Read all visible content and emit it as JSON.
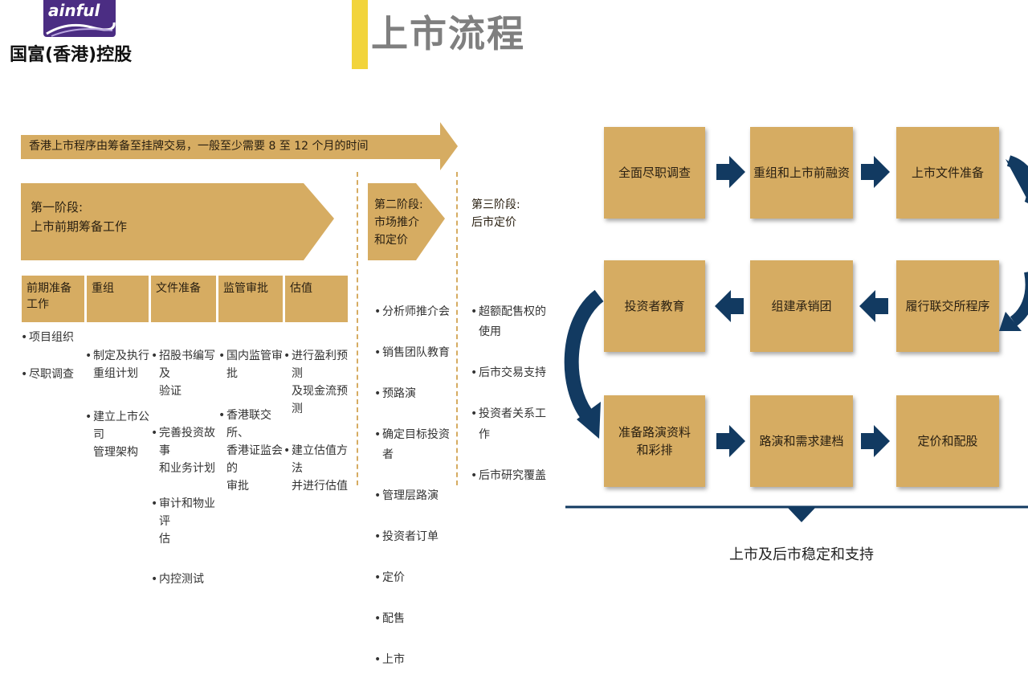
{
  "header": {
    "logo_text": "ainful",
    "company": "国富(香港)控股",
    "title": "上市流程"
  },
  "left": {
    "banner": "香港上市程序由筹备至挂牌交易，一般至少需要 8 至 12 个月的时间",
    "stage1": "第一阶段:\n上市前期筹备工作",
    "stage2": "第二阶段:\n市场推介\n和定价",
    "stage3": "第三阶段:\n后市定价",
    "tabs": [
      "前期准备\n工作",
      "重组",
      "文件准备",
      "监管审批",
      "估值"
    ],
    "col1": [
      "项目组织",
      "尽职调查"
    ],
    "col2": [
      "制定及执行\n重组计划",
      "建立上市公司\n管理架构"
    ],
    "col3": [
      "招股书编写及\n验证",
      "完善投资故事\n和业务计划",
      "审计和物业评\n估",
      "内控测试"
    ],
    "col4": [
      "国内监管审批",
      "香港联交所、\n香港证监会的\n审批"
    ],
    "col5": [
      "进行盈利预测\n及现金流预测",
      "建立估值方法\n并进行估值"
    ],
    "stage2_items": [
      "分析师推介会",
      "销售团队教育",
      "预路演",
      "确定目标投资\n者",
      "管理层路演",
      "投资者订单",
      "定价",
      "配售",
      "上市"
    ],
    "stage3_items": [
      "超额配售权的\n使用",
      "后市交易支持",
      "投资者关系工\n作",
      "后市研究覆盖"
    ]
  },
  "right": {
    "row1": [
      "全面尽职调查",
      "重组和上市前融资",
      "上市文件准备"
    ],
    "row2": [
      "投资者教育",
      "组建承销团",
      "履行联交所程序"
    ],
    "row3": [
      "准备路演资料\n和彩排",
      "路演和需求建档",
      "定价和配股"
    ],
    "footer": "上市及后市稳定和支持"
  },
  "colors": {
    "gold": "#d6ac62",
    "navy": "#123a61",
    "title_gray": "#7f7f7f",
    "accent_yellow": "#f2d43b",
    "logo_purple": "#4b2d83"
  }
}
